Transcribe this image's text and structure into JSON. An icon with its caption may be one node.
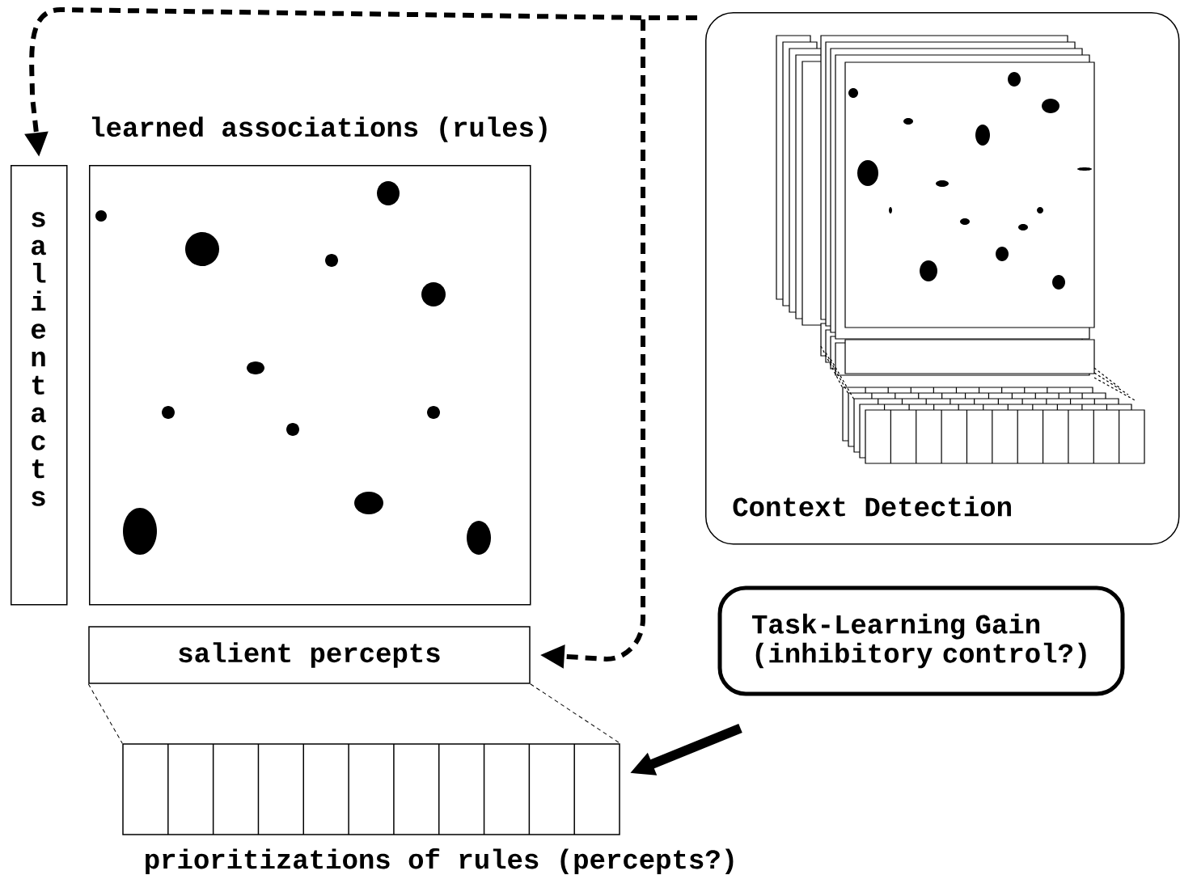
{
  "diagram": {
    "nodes": [
      {
        "text": [
          "Context Detection"
        ]
      },
      {
        "text": [
          "learned associations (rules)"
        ]
      },
      {
        "text": [
          "salient acts"
        ]
      },
      {
        "text": [
          "salient percepts"
        ]
      },
      {
        "text": [
          "Task-Learning Gain (inhibitory control?)"
        ]
      },
      {
        "text": [
          "prioritizations of rules (percepts?)"
        ]
      }
    ],
    "edges": [
      {
        "from": 0,
        "to": 2,
        "arrow": "to",
        "style": "dashed"
      },
      {
        "from": 0,
        "to": 3,
        "arrow": "to",
        "style": "dashed"
      },
      {
        "from": 4,
        "to": 5,
        "arrow": "to",
        "style": "thick"
      },
      {
        "from": 3,
        "to": 5,
        "arrow": "none",
        "style": "dashed"
      },
      {
        "from": 3,
        "to": 5,
        "arrow": "none",
        "style": "dashed"
      }
    ]
  }
}
